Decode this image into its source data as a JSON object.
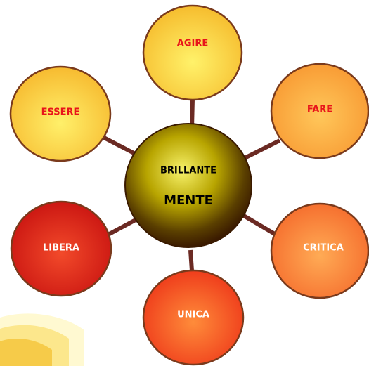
{
  "center": {
    "line1": "BRILLANTE",
    "line2": "MENTE"
  },
  "nodes": [
    {
      "id": "agire",
      "label": "AGIRE",
      "text_color": "#e8141a"
    },
    {
      "id": "fare",
      "label": "FARE",
      "text_color": "#e8141a"
    },
    {
      "id": "critica",
      "label": "CRITICA",
      "text_color": "#ffffff"
    },
    {
      "id": "unica",
      "label": "UNICA",
      "text_color": "#ffffff"
    },
    {
      "id": "libera",
      "label": "LIBERA",
      "text_color": "#ffffff"
    },
    {
      "id": "essere",
      "label": "ESSERE",
      "text_color": "#e8141a"
    }
  ],
  "colors": {
    "connector": "#6b2a23",
    "outline": "#7a3a1c",
    "center_text": "#000000"
  }
}
